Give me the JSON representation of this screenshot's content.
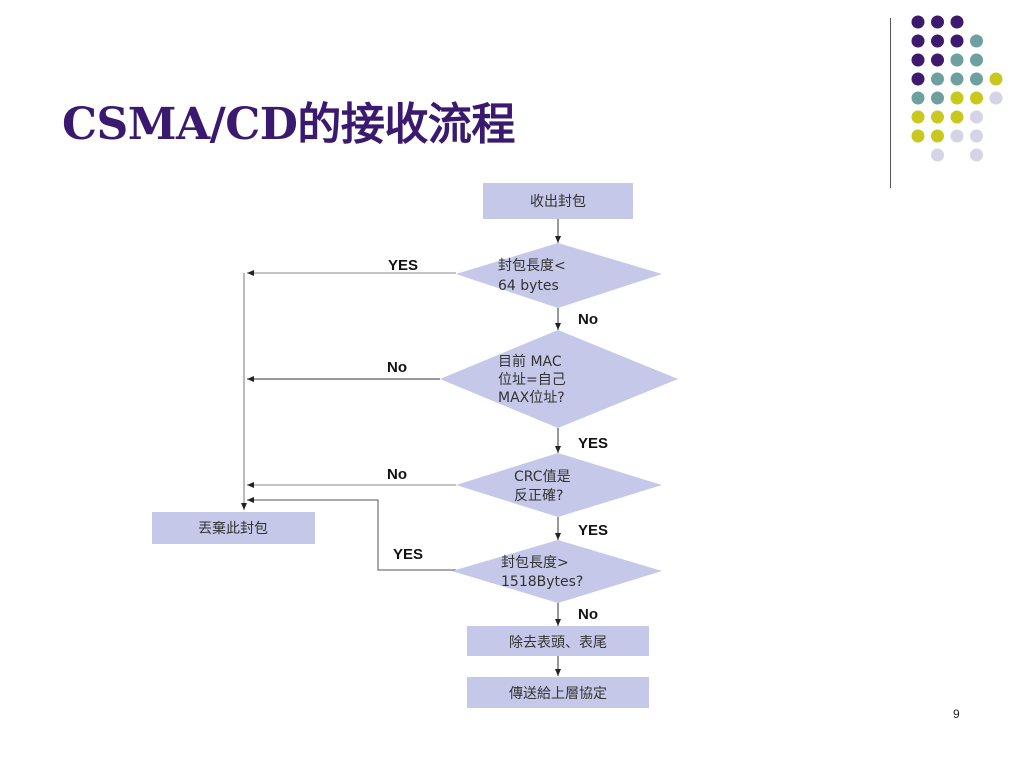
{
  "slide": {
    "title": "CSMA/CD的接收流程",
    "page_number": "9"
  },
  "colors": {
    "title": "#3a1a6e",
    "node_fill": "#c5c8e8",
    "dot_purple": "#3d1a6e",
    "dot_teal": "#6fa0a0",
    "dot_yellow": "#c8c81e",
    "dot_lavender": "#d4d4e6"
  },
  "flowchart": {
    "start": "收出封包",
    "decision1": [
      "封包長度<",
      "64 bytes"
    ],
    "decision2": [
      "目前 MAC",
      "位址=自己",
      "MAX位址?"
    ],
    "decision3": [
      "CRC值是",
      "反正確?"
    ],
    "decision4": [
      "封包長度>",
      "1518Bytes?"
    ],
    "discard": "丟棄此封包",
    "strip": "除去表頭、表尾",
    "pass_up": "傳送給上層協定",
    "labels": {
      "d1_yes": "YES",
      "d1_no": "No",
      "d2_no": "No",
      "d2_yes": "YES",
      "d3_no": "No",
      "d3_yes": "YES",
      "d4_yes": "YES",
      "d4_no": "No"
    }
  }
}
